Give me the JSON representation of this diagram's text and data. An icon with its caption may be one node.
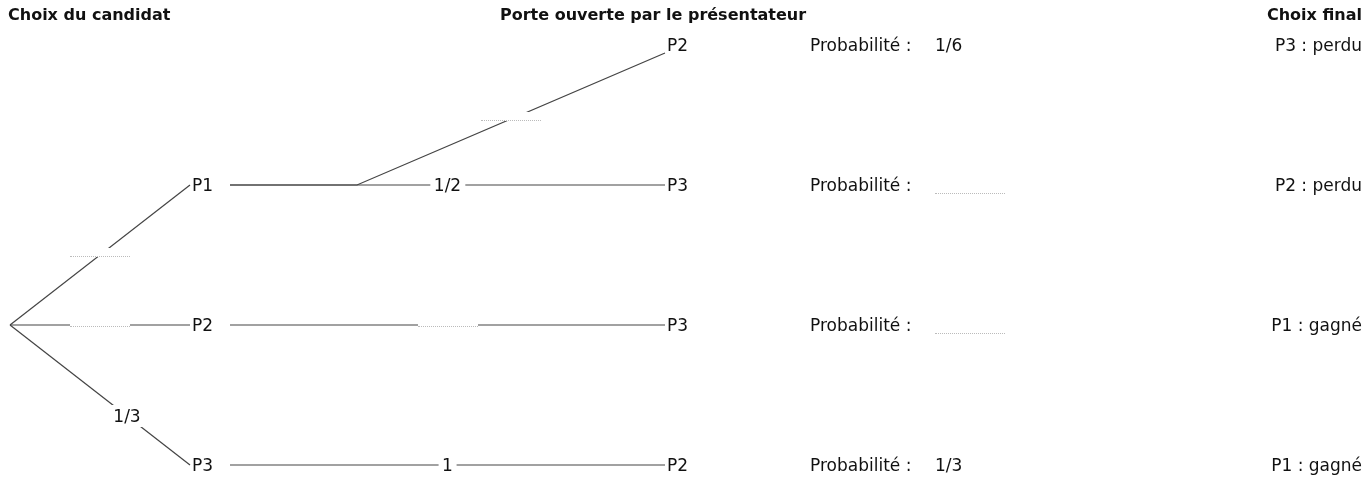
{
  "diagram": {
    "nodes": [
      {
        "text": [
          "P1"
        ]
      },
      {
        "text": [
          "P2"
        ]
      },
      {
        "text": [
          "P3"
        ]
      },
      {
        "text": [
          "P2"
        ]
      },
      {
        "text": [
          "P3"
        ]
      },
      {
        "text": [
          "P3"
        ]
      },
      {
        "text": [
          "P2"
        ]
      }
    ],
    "edges": [
      {
        "from": null,
        "to": 0,
        "arrow": "none"
      },
      {
        "from": null,
        "to": 1,
        "arrow": "none"
      },
      {
        "from": null,
        "to": 2,
        "arrow": "none",
        "label": "1/3"
      },
      {
        "from": 0,
        "to": 3,
        "arrow": "none"
      },
      {
        "from": 0,
        "to": 4,
        "arrow": "none",
        "label": "1/2"
      },
      {
        "from": 1,
        "to": 5,
        "arrow": "none"
      },
      {
        "from": 2,
        "to": 6,
        "arrow": "none",
        "label": "1"
      }
    ],
    "labels": [
      "Choix du candidat",
      "Porte ouverte par le présentateur",
      "Choix final",
      "Probabilité :",
      "1/6",
      "P3 : perdu",
      "Probabilité :",
      "P2 : perdu",
      "Probabilité :",
      "P1 : gagné",
      "Probabilité :",
      "1/3",
      "P1 : gagné"
    ]
  }
}
